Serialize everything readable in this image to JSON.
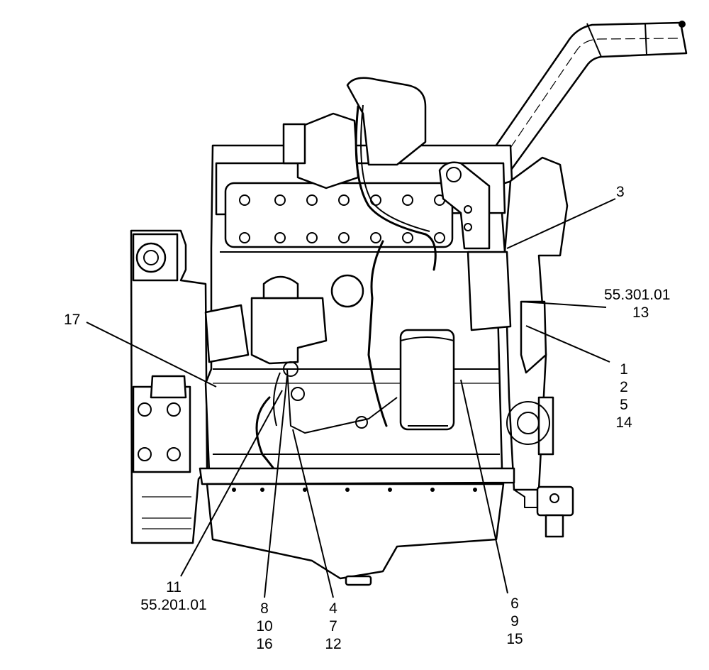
{
  "callouts": {
    "c3": "3",
    "c55_301_01": "55.301.01",
    "c13": "13",
    "c17": "17",
    "c1": "1",
    "c2": "2",
    "c5": "5",
    "c14": "14",
    "c11": "11",
    "c55_201_01": "55.201.01",
    "c8": "8",
    "c10": "10",
    "c16": "16",
    "c4": "4",
    "c7": "7",
    "c12": "12",
    "c6": "6",
    "c9": "9",
    "c15": "15"
  }
}
